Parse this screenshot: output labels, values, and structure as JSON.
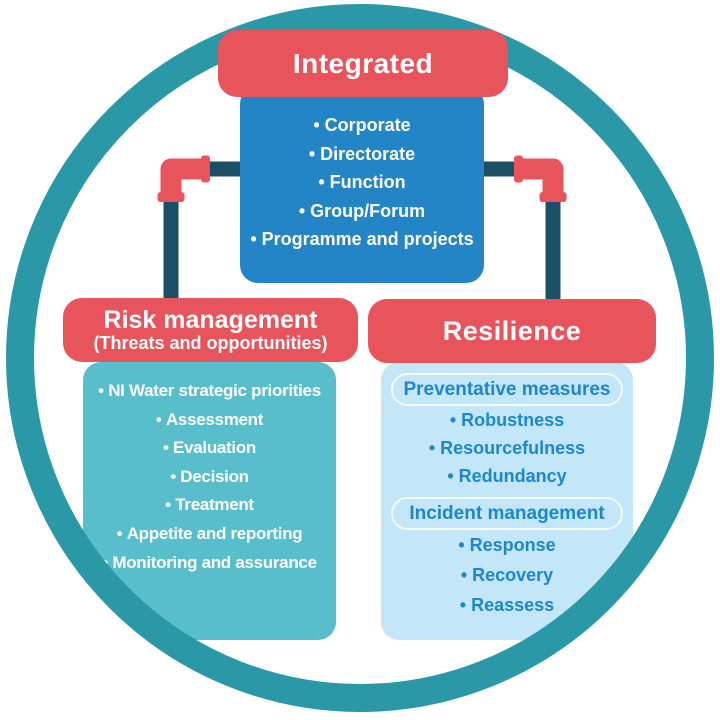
{
  "palette": {
    "ring": "#2B98A7",
    "pipe": "#1A4F66",
    "red": "#E8545C",
    "blue": "#2384C6",
    "teal": "#58BECB",
    "lightblue": "#C4E6F9",
    "bluetext": "#1D87CE",
    "pillborder": "#F2FAFE"
  },
  "integrated": {
    "title": "Integrated"
  },
  "governance": {
    "levels": [
      "Corporate",
      "Directorate",
      "Function",
      "Group/Forum",
      "Programme and projects"
    ]
  },
  "risk_management": {
    "title": "Risk management",
    "subtitle": "(Threats and opportunities)",
    "items": [
      "NI Water strategic priorities",
      "Assessment",
      "Evaluation",
      "Decision",
      "Treatment",
      "Appetite and reporting",
      "Monitoring and assurance"
    ]
  },
  "resilience": {
    "title": "Resilience",
    "sections": [
      {
        "label": "Preventative measures",
        "items": [
          "Robustness",
          "Resourcefulness",
          "Redundancy"
        ]
      },
      {
        "label": "Incident management",
        "items": [
          "Response",
          "Recovery",
          "Reassess"
        ]
      }
    ]
  }
}
